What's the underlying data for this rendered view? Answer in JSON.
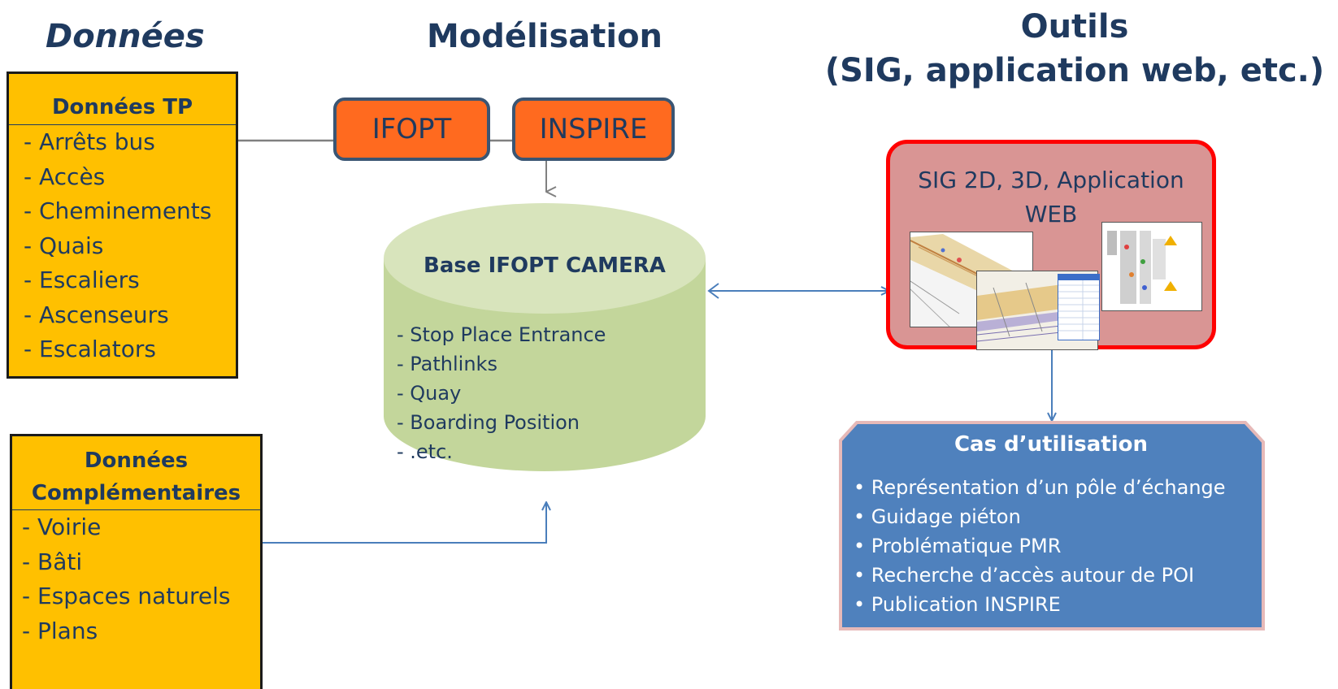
{
  "headers": {
    "donnees": "Données",
    "modelisation": "Modélisation",
    "outils_line1": "Outils",
    "outils_line2": "(SIG, application web, etc.)"
  },
  "donnees_tp": {
    "title": "Données TP",
    "items": [
      "- Arrêts bus",
      "- Accès",
      "- Cheminements",
      "- Quais",
      "- Escaliers",
      "- Ascenseurs",
      "- Escalators"
    ]
  },
  "donnees_comp": {
    "title_line1": "Données",
    "title_line2": "Complémentaires",
    "items": [
      "- Voirie",
      "- Bâti",
      "- Espaces naturels",
      "- Plans"
    ]
  },
  "models": {
    "ifopt": "IFOPT",
    "inspire": "INSPIRE"
  },
  "database": {
    "title": "Base IFOPT CAMERA",
    "items": [
      "- Stop Place Entrance",
      "- Pathlinks",
      "- Quay",
      "- Boarding Position",
      "- .etc."
    ]
  },
  "tools": {
    "title": "SIG 2D, 3D, Application WEB"
  },
  "use_cases": {
    "title": "Cas d’utilisation",
    "items": [
      "Représentation d’un pôle d’échange",
      "Guidage piéton",
      "Problématique PMR",
      "Recherche d’accès autour de POI",
      "Publication INSPIRE"
    ]
  },
  "colors": {
    "source_fill": "#ffc000",
    "model_fill": "#ff6a1f",
    "cylinder_body": "#c3d69b",
    "cylinder_top": "#d8e4bc",
    "tools_fill": "#d99594",
    "tools_border": "#ff0000",
    "usecase_fill": "#4f81bd",
    "text_dark": "#1f3a5f"
  }
}
